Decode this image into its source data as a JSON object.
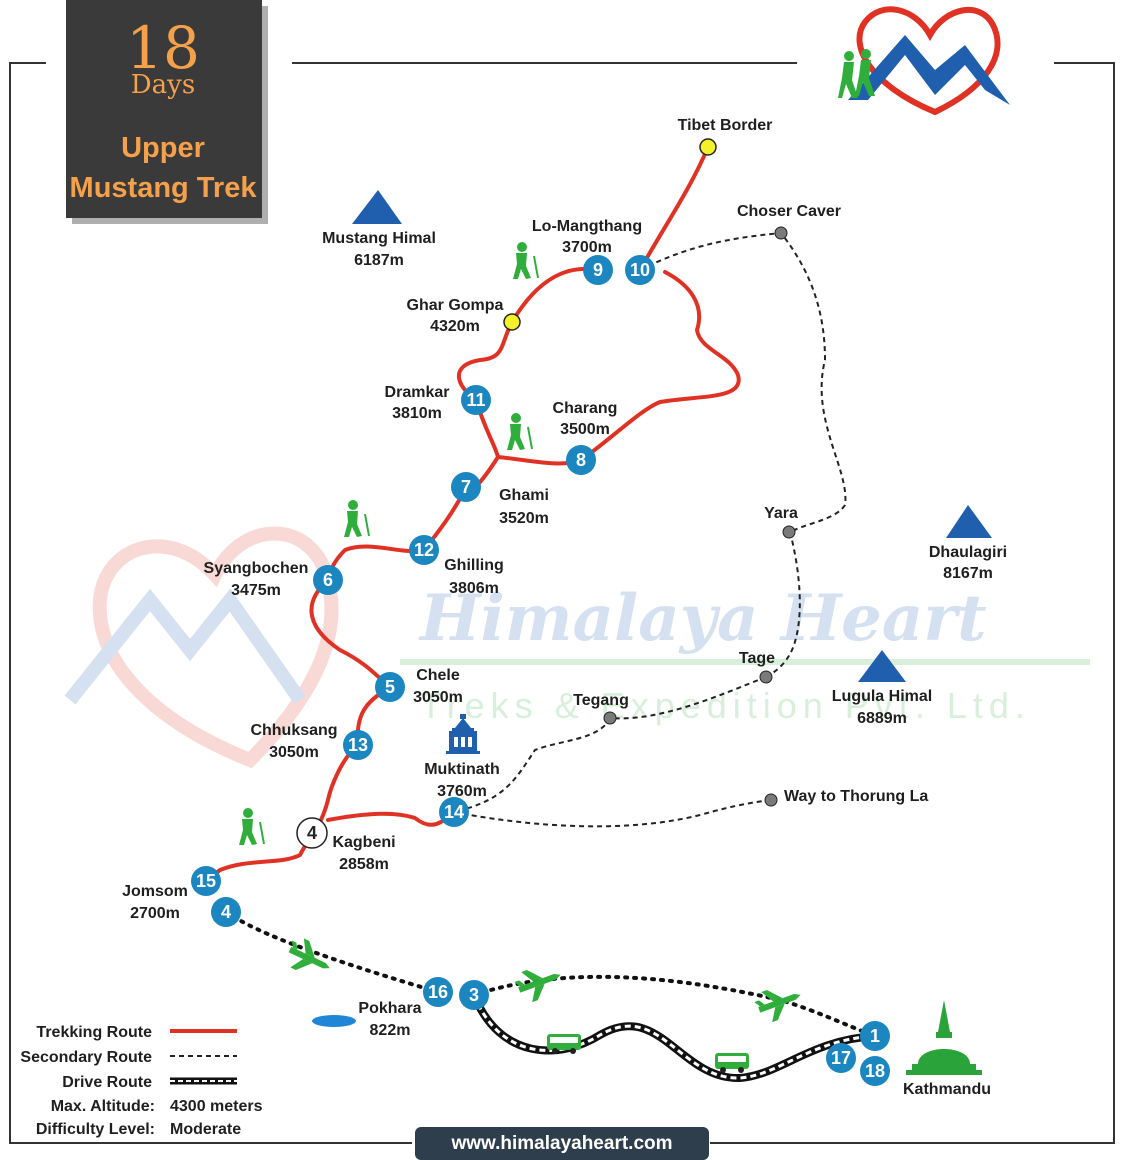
{
  "badge": {
    "number": "18",
    "unit": "Days",
    "title_line1": "Upper",
    "title_line2": "Mustang Trek"
  },
  "watermark": {
    "name": "Himalaya Heart",
    "sub": "Treks & Expedition Pvt. Ltd."
  },
  "places": {
    "tibet": "Tibet Border",
    "choser": "Choser Caver",
    "mustang_himal_name": "Mustang Himal",
    "mustang_himal_alt": "6187m",
    "lomangthang_name": "Lo-Mangthang",
    "lomangthang_alt": "3700m",
    "ghargompa_name": "Ghar Gompa",
    "ghargompa_alt": "4320m",
    "dramkar_name": "Dramkar",
    "dramkar_alt": "3810m",
    "charang_name": "Charang",
    "charang_alt": "3500m",
    "ghami_name": "Ghami",
    "ghami_alt": "3520m",
    "yara": "Yara",
    "dhaulagiri_name": "Dhaulagiri",
    "dhaulagiri_alt": "8167m",
    "syangbochen_name": "Syangbochen",
    "syangbochen_alt": "3475m",
    "ghilling_name": "Ghilling",
    "ghilling_alt": "3806m",
    "chele_name": "Chele",
    "chele_alt": "3050m",
    "tage": "Tage",
    "lugula_name": "Lugula Himal",
    "lugula_alt": "6889m",
    "tegang": "Tegang",
    "chhuksang_name": "Chhuksang",
    "chhuksang_alt": "3050m",
    "muktinath_name": "Muktinath",
    "muktinath_alt": "3760m",
    "thorung": "Way to Thorung La",
    "kagbeni_name": "Kagbeni",
    "kagbeni_alt": "2858m",
    "jomsom_name": "Jomsom",
    "jomsom_alt": "2700m",
    "pokhara_name": "Pokhara",
    "pokhara_alt": "822m",
    "kathmandu": "Kathmandu"
  },
  "days": {
    "lomangthang_a": "9",
    "lomangthang_b": "10",
    "dramkar": "11",
    "charang": "8",
    "ghami": "7",
    "ghilling": "12",
    "syangbochen": "6",
    "chele": "5",
    "chhuksang": "13",
    "muktinath": "14",
    "kagbeni": "4",
    "jomsom_a": "15",
    "jomsom_b": "4",
    "pokhara_a": "16",
    "pokhara_b": "3",
    "kathmandu_a": "1",
    "kathmandu_b": "17",
    "kathmandu_c": "18"
  },
  "legend": {
    "trekking_route": "Trekking Route",
    "secondary_route": "Secondary Route",
    "drive_route": "Drive Route",
    "max_altitude_label": "Max. Altitude:",
    "max_altitude_value": "4300 meters",
    "difficulty_label": "Difficulty Level:",
    "difficulty_value": "Moderate"
  },
  "website": "www.himalayaheart.com",
  "colors": {
    "trek_route": "#e03224",
    "day_marker": "#1b86bf",
    "badge_bg": "#3a3a3a",
    "badge_text": "#f5a04a",
    "mountain": "#1f5fae",
    "hiker": "#2fae3c",
    "stupa": "#2aa33a",
    "highlight_point": "#f4f02a"
  },
  "icons": [
    "mountain-icon",
    "hiker-icon",
    "airplane-icon",
    "bus-icon",
    "temple-icon",
    "stupa-icon",
    "lake-icon",
    "logo-heart-icon"
  ]
}
